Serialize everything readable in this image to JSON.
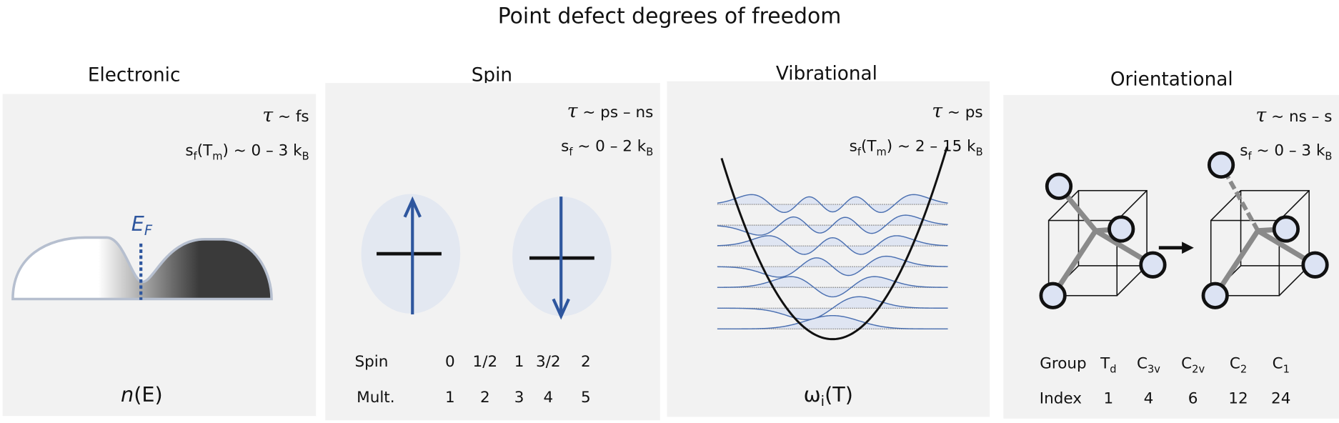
{
  "figure_title": "Point defect degrees of freedom",
  "colors": {
    "panel_bg": "#f2f2f2",
    "accent_blue": "#2e569e",
    "spin_circle": "#e3e8f1",
    "dos_outline": "#b6bfcf",
    "atom_fill": "#dce3f3"
  },
  "panels": {
    "electronic": {
      "title": "Electronic",
      "tau": [
        [
          "τ",
          "tau"
        ],
        [
          " ~ fs",
          ""
        ]
      ],
      "sf": [
        [
          "s",
          ""
        ],
        [
          "f",
          "sub"
        ],
        [
          "(T",
          ""
        ],
        [
          "m",
          "sub"
        ],
        [
          ") ~ 0 – 3 k",
          ""
        ],
        [
          "B",
          "sub"
        ]
      ],
      "fermi_label": [
        [
          "E",
          "it"
        ],
        [
          "F",
          "itsub"
        ]
      ],
      "axis_label": [
        [
          "n",
          "it"
        ],
        [
          "(E)",
          ""
        ]
      ]
    },
    "spin": {
      "title": "Spin",
      "tau": [
        [
          "τ",
          "tau"
        ],
        [
          " ~ ps – ns",
          ""
        ]
      ],
      "sf": [
        [
          "s",
          ""
        ],
        [
          "f",
          "sub"
        ],
        [
          " ~ 0 – 2 k",
          ""
        ],
        [
          "B",
          "sub"
        ]
      ],
      "table": {
        "row_labels": [
          "Spin",
          "Mult."
        ],
        "spin": [
          "0",
          "1/2",
          "1",
          "3/2",
          "2"
        ],
        "mult": [
          "1",
          "2",
          "3",
          "4",
          "5"
        ]
      }
    },
    "vibrational": {
      "title": "Vibrational",
      "tau": [
        [
          "τ",
          "tau"
        ],
        [
          " ~ ps",
          ""
        ]
      ],
      "sf": [
        [
          "s",
          ""
        ],
        [
          "f",
          "sub"
        ],
        [
          "(T",
          ""
        ],
        [
          "m",
          "sub"
        ],
        [
          ") ~ 2 – 15 k",
          ""
        ],
        [
          "B",
          "sub"
        ]
      ],
      "axis_label": [
        [
          "ω",
          ""
        ],
        [
          "i",
          "sub"
        ],
        [
          "(T)",
          ""
        ]
      ],
      "levels": 7
    },
    "orientational": {
      "title": "Orientational",
      "tau": [
        [
          "τ",
          "tau"
        ],
        [
          " ~ ns – s",
          ""
        ]
      ],
      "sf": [
        [
          "s",
          ""
        ],
        [
          "f",
          "sub"
        ],
        [
          " ~ 0 – 3 k",
          ""
        ],
        [
          "B",
          "sub"
        ]
      ],
      "table": {
        "row_labels": [
          "Group",
          "Index"
        ],
        "group": [
          [
            [
              "T",
              ""
            ],
            [
              "d",
              "sub"
            ]
          ],
          [
            [
              "C",
              ""
            ],
            [
              "3v",
              "sub"
            ]
          ],
          [
            [
              "C",
              ""
            ],
            [
              "2v",
              "sub"
            ]
          ],
          [
            [
              "C",
              ""
            ],
            [
              "2",
              "sub"
            ]
          ],
          [
            [
              "C",
              ""
            ],
            [
              "1",
              "sub"
            ]
          ]
        ],
        "index": [
          "1",
          "4",
          "6",
          "12",
          "24"
        ]
      }
    }
  }
}
